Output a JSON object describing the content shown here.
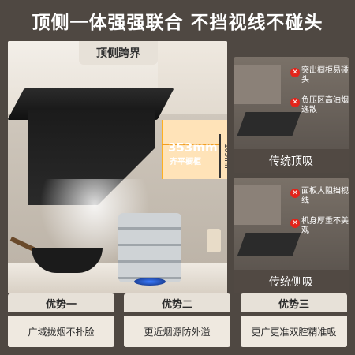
{
  "headline": "顶侧一体强强联合 不挡视线不碰头",
  "main": {
    "tag": "顶侧跨界",
    "measure_width": "353mm",
    "measure_flush": "齐平橱柜",
    "measure_height": "165mm"
  },
  "comparisons": [
    {
      "caption": "传统顶吸",
      "notes": [
        "突出橱柜易碰头",
        "负压区高油烟逸散"
      ]
    },
    {
      "caption": "传统侧吸",
      "notes": [
        "面板大阻挡视线",
        "机身厚重不美观"
      ]
    }
  ],
  "advantages": [
    {
      "title": "优势一",
      "desc": "广域拢烟不扑脸"
    },
    {
      "title": "优势二",
      "desc": "更近烟源防外溢"
    },
    {
      "title": "优势三",
      "desc": "更广更准双腔精准吸"
    }
  ],
  "colors": {
    "accent": "#f29e21",
    "warning": "#e2241b"
  }
}
